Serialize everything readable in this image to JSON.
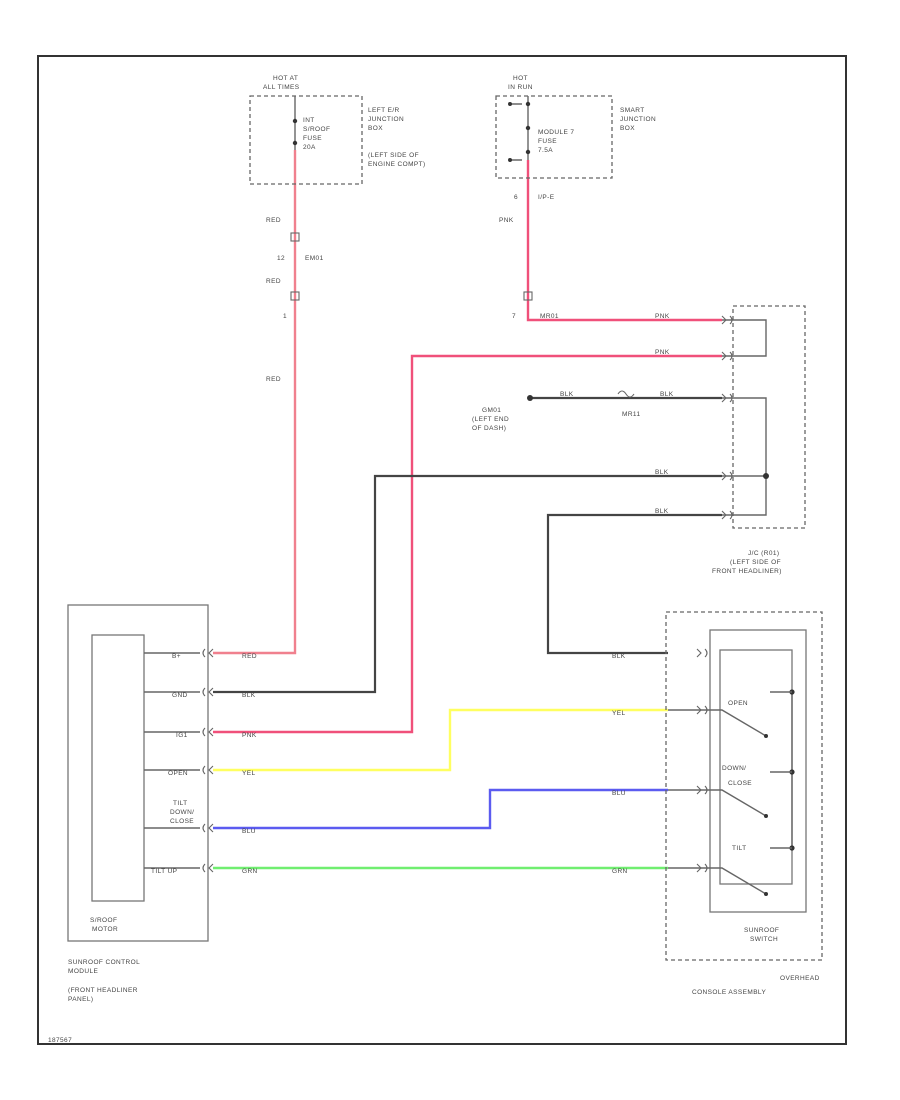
{
  "hot_at_1": "HOT AT",
  "hot_at_2": "ALL TIMES",
  "fuse1_1": "INT",
  "fuse1_2": "S/ROOF",
  "fuse1_3": "FUSE",
  "fuse1_4": "20A",
  "jb1_1": "LEFT E/R",
  "jb1_2": "JUNCTION",
  "jb1_3": "BOX",
  "jb1_4": "(LEFT SIDE OF",
  "jb1_5": "ENGINE COMPT)",
  "hot_run_1": "HOT",
  "hot_run_2": "IN RUN",
  "fuse2_1": "MODULE 7",
  "fuse2_2": "FUSE",
  "fuse2_3": "7.5A",
  "jb2_1": "SMART",
  "jb2_2": "JUNCTION",
  "jb2_3": "BOX",
  "w_red1": "RED",
  "pin_12": "12",
  "conn_em01": "EM01",
  "w_red2": "RED",
  "pin_1": "1",
  "w_red3": "RED",
  "pin_6": "6",
  "conn_ip_e": "I/P-E",
  "w_pnk1": "PNK",
  "pin_7": "7",
  "conn_mr01": "MR01",
  "w_pnk2": "PNK",
  "w_pnk3": "PNK",
  "w_blk1": "BLK",
  "w_blk2": "BLK",
  "conn_mr11": "MR11",
  "gnd_1": "GM01",
  "gnd_2": "(LEFT END",
  "gnd_3": "OF DASH)",
  "w_blk3": "BLK",
  "w_blk4": "BLK",
  "jc_1": "J/C (R01)",
  "jc_2": "(LEFT SIDE OF",
  "jc_3": "FRONT HEADLINER)",
  "pin_bplus": "B+",
  "w_red4": "RED",
  "pin_gnd": "GND",
  "w_blk5": "BLK",
  "pin_ig1": "IG1",
  "w_pnk4": "PNK",
  "pin_open": "OPEN",
  "w_yel1": "YEL",
  "pin_tilt_1": "TILT",
  "pin_tilt_2": "DOWN/",
  "pin_tilt_3": "CLOSE",
  "w_blu1": "BLU",
  "pin_tiltup": "TILT UP",
  "w_grn1": "GRN",
  "motor_1": "S/ROOF",
  "motor_2": "MOTOR",
  "mod_1": "SUNROOF CONTROL",
  "mod_2": "MODULE",
  "mod_3": "(FRONT HEADLINER",
  "mod_4": "PANEL)",
  "w_blk6": "BLK",
  "w_yel2": "YEL",
  "w_blu2": "BLU",
  "w_grn2": "GRN",
  "sw_open": "OPEN",
  "sw_down_1": "DOWN/",
  "sw_down_2": "CLOSE",
  "sw_tilt": "TILT",
  "sw_1": "SUNROOF",
  "sw_2": "SWITCH",
  "ohc_1": "OVERHEAD",
  "ohc_2": "CONSOLE ASSEMBLY",
  "fig_id": "187567",
  "wire_colors": {
    "red": "#f0808e",
    "pink": "#f0507a",
    "black": "#444444",
    "yellow": "#ffff60",
    "blue": "#5b5bf0",
    "green": "#70ee70"
  }
}
